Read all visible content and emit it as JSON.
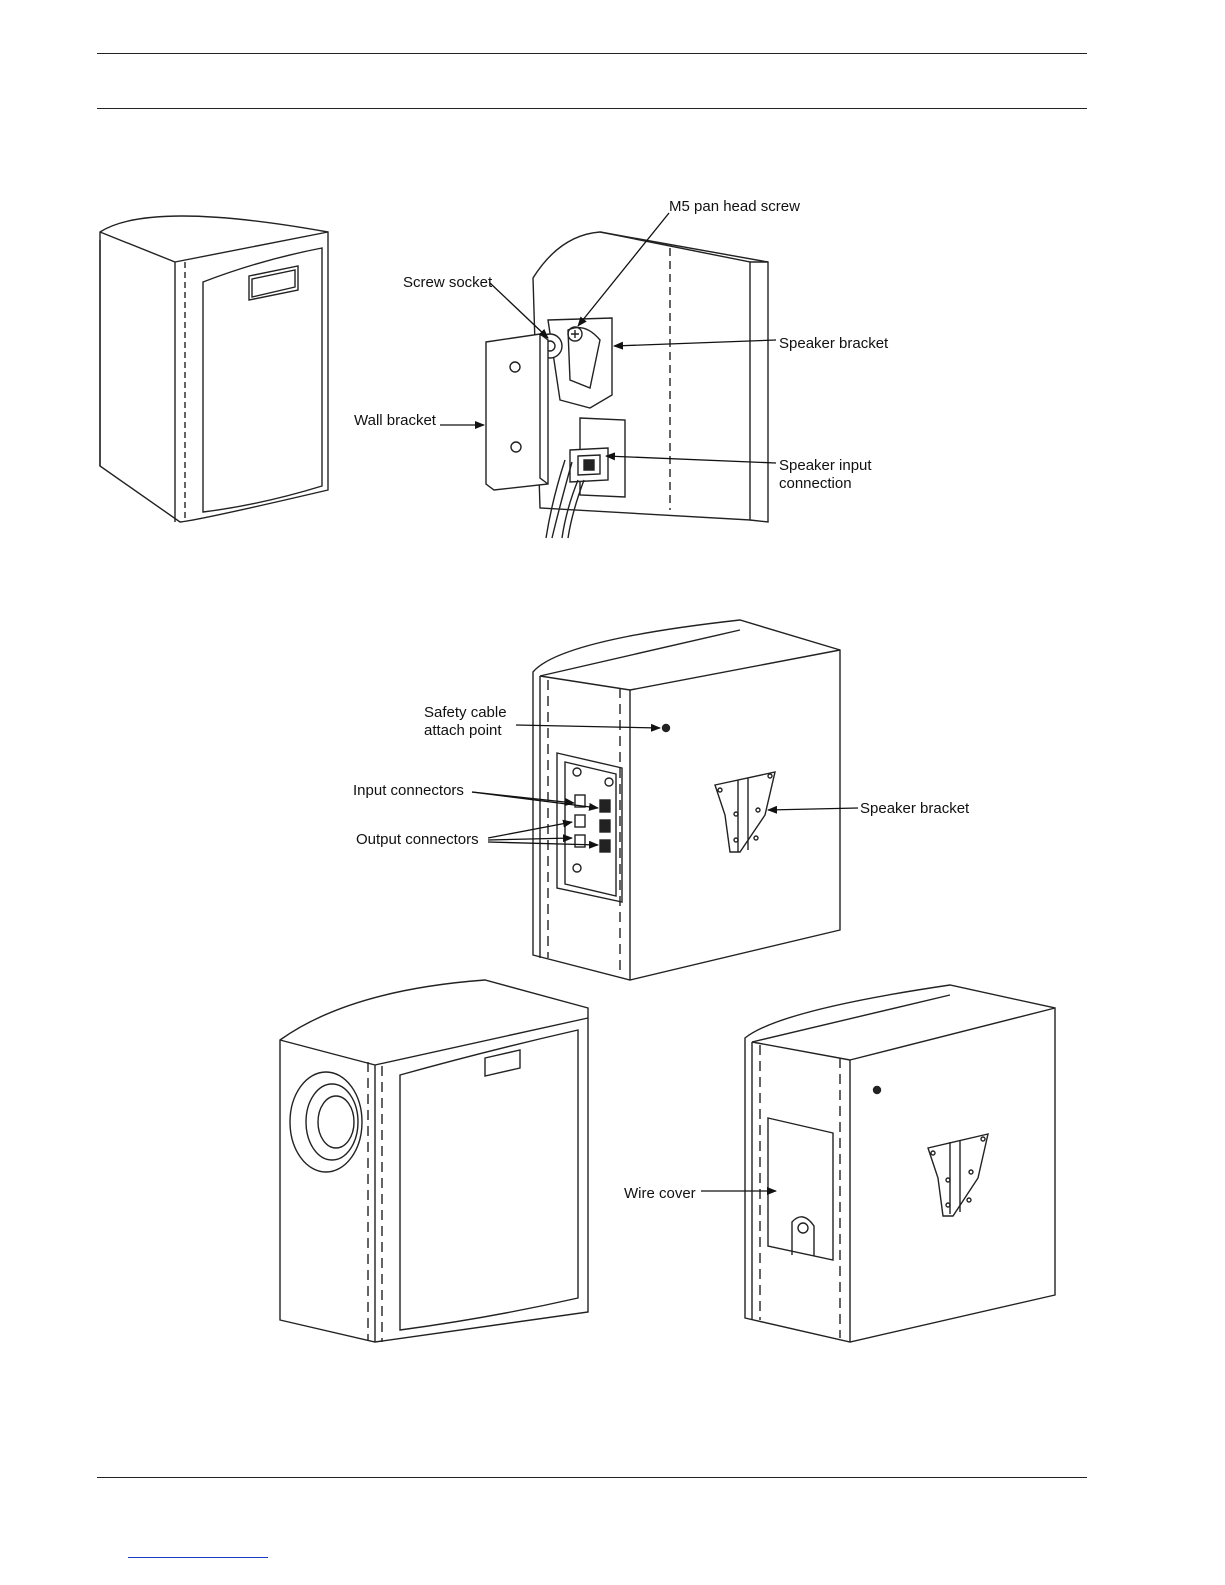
{
  "callouts": {
    "m5_screw": "M5 pan head screw",
    "screw_socket": "Screw socket",
    "speaker_bracket_top": "Speaker bracket",
    "wall_bracket": "Wall bracket",
    "speaker_input_line1": "Speaker input",
    "speaker_input_line2": "connection",
    "safety_line1": "Safety cable",
    "safety_line2": "attach point",
    "input_connectors": "Input connectors",
    "output_connectors": "Output connectors",
    "speaker_bracket_mid": "Speaker bracket",
    "wire_cover": "Wire cover"
  },
  "colors": {
    "line": "#222222",
    "link": "#1a3cc8"
  }
}
